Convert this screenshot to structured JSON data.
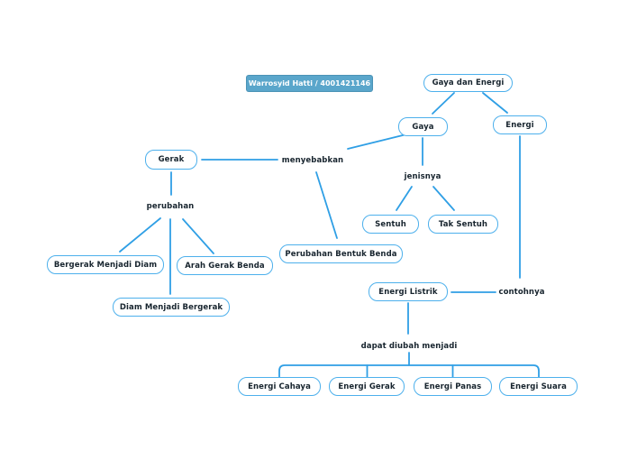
{
  "badge": {
    "text": "Warrosyid Hatti / 4001421146"
  },
  "nodes": {
    "gaya_dan_energi": "Gaya dan Energi",
    "gaya": "Gaya",
    "energi": "Energi",
    "gerak": "Gerak",
    "sentuh": "Sentuh",
    "tak_sentuh": "Tak Sentuh",
    "bergerak_menjadi_diam": "Bergerak Menjadi Diam",
    "arah_gerak_benda": "Arah Gerak Benda",
    "perubahan_bentuk_benda": "Perubahan Bentuk Benda",
    "diam_menjadi_bergerak": "Diam Menjadi Bergerak",
    "energi_listrik": "Energi Listrik",
    "energi_cahaya": "Energi Cahaya",
    "energi_gerak": "Energi Gerak",
    "energi_panas": "Energi Panas",
    "energi_suara": "Energi Suara"
  },
  "labels": {
    "menyebabkan": "menyebabkan",
    "jenisnya": "jenisnya",
    "perubahan": "perubahan",
    "contohnya": "contohnya",
    "dapat_diubah_menjadi": "dapat diubah menjadi"
  },
  "edges": [
    {
      "from": "Gaya dan Energi",
      "to": "Gaya"
    },
    {
      "from": "Gaya dan Energi",
      "to": "Energi"
    },
    {
      "from": "Gaya",
      "to": "menyebabkan"
    },
    {
      "from": "menyebabkan",
      "to": "Gerak"
    },
    {
      "from": "menyebabkan",
      "to": "Perubahan Bentuk Benda"
    },
    {
      "from": "Gaya",
      "to": "jenisnya"
    },
    {
      "from": "jenisnya",
      "to": "Sentuh"
    },
    {
      "from": "jenisnya",
      "to": "Tak Sentuh"
    },
    {
      "from": "Gerak",
      "to": "perubahan"
    },
    {
      "from": "perubahan",
      "to": "Bergerak Menjadi Diam"
    },
    {
      "from": "perubahan",
      "to": "Diam Menjadi Bergerak"
    },
    {
      "from": "perubahan",
      "to": "Arah Gerak Benda"
    },
    {
      "from": "Energi",
      "to": "contohnya"
    },
    {
      "from": "contohnya",
      "to": "Energi Listrik"
    },
    {
      "from": "Energi Listrik",
      "to": "dapat diubah menjadi"
    },
    {
      "from": "dapat diubah menjadi",
      "to": "Energi Cahaya"
    },
    {
      "from": "dapat diubah menjadi",
      "to": "Energi Gerak"
    },
    {
      "from": "dapat diubah menjadi",
      "to": "Energi Panas"
    },
    {
      "from": "dapat diubah menjadi",
      "to": "Energi Suara"
    }
  ],
  "colors": {
    "line": "#2f9fe5",
    "node_border": "#4db0ec",
    "text": "#17242e",
    "badge_bg": "#5aa6cb"
  }
}
